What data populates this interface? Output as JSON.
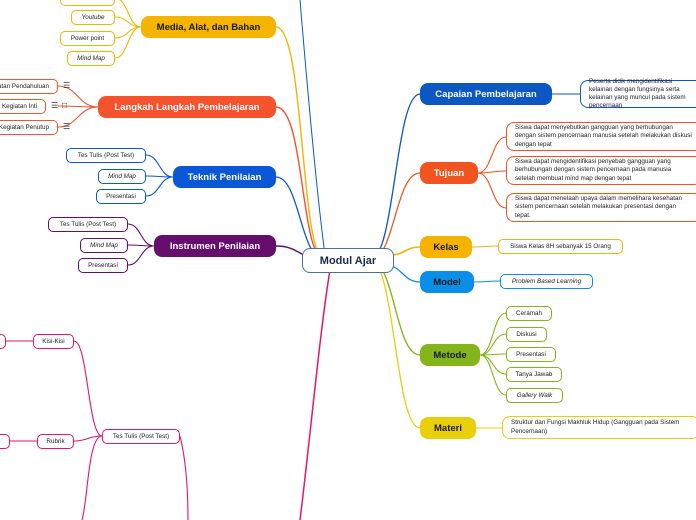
{
  "root": {
    "label": "Modul Ajar"
  },
  "colors": {
    "capaian": "#0b57c4",
    "tujuan": "#f3531e",
    "kelas": "#f3b300",
    "model": "#0a8ee8",
    "metode": "#84b51a",
    "materi": "#e8cf0a",
    "media": "#f4b400",
    "langkah": "#f4532b",
    "teknik": "#0a58d6",
    "instrumen": "#650e6d",
    "pink": "#e8136b"
  },
  "right": {
    "capaian": {
      "label": "Capaian Pembelajaran",
      "items": [
        "Peserta didik mengidentifikasi kelainan dengan fungsinya serta kelainan yang muncul pada sistem pencernaan"
      ]
    },
    "tujuan": {
      "label": "Tujuan",
      "items": [
        "Siswa dapat menyebutkan gangguan yang berhubungan dengan sistem pencernaan manusia setelah melakukan diskusi dengan tepat",
        "Siswa dapat mengidentifikasi penyebab gangguan yang berhubungan dengan sistem pencernaan pada manusia setelah membuat mind map dengan tepat",
        "Siswa dapat menelaah upaya dalam memelihara kesehatan sistem pencernaan setelah melakukan presentasi dengan tepat."
      ]
    },
    "kelas": {
      "label": "Kelas",
      "items": [
        "Siswa Kelas 8H sebanyak 15 Orang"
      ]
    },
    "model": {
      "label": "Model",
      "items": [
        "Problem Based Learning"
      ]
    },
    "metode": {
      "label": "Metode",
      "items": [
        "Ceramah",
        "Diskusi",
        "Presentasi",
        "Tanya Jawab",
        "Gallery Walk"
      ]
    },
    "materi": {
      "label": "Materi",
      "items": [
        "Struktur dan Fungsi Makhluk Hidup (Gangguan pada Sistem Pencernaan)"
      ]
    }
  },
  "left": {
    "media": {
      "label": "Media, Alat, dan Bahan",
      "items": [
        "Youtube",
        "Power point",
        "Mind Map"
      ]
    },
    "langkah": {
      "label": "Langkah Langkah Pembelajaran",
      "items": [
        "Kegiatan Pendahuluan",
        "Kegiatan Inti",
        "Kegiatan Penutup"
      ]
    },
    "teknik": {
      "label": "Teknik Penilaian",
      "items": [
        "Tes Tulis (Post Test)",
        "Mind Map",
        "Presentasi"
      ]
    },
    "instrumen": {
      "label": "Instrumen Penilaian",
      "items": [
        "Tes Tulis (Post Test)",
        "Mind Map",
        "Presentasi"
      ]
    },
    "tes": {
      "label": "Tes Tulis (Post Test)",
      "items": [
        "Kisi-Kisi",
        "Rubrik"
      ]
    }
  }
}
